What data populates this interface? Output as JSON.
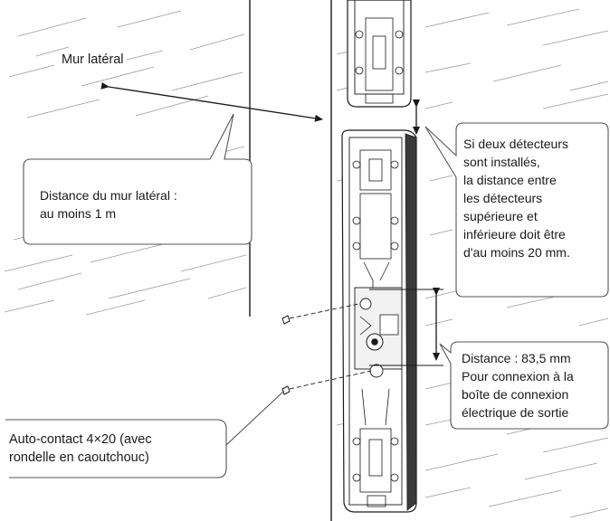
{
  "labels": {
    "side_wall": "Mur latéral",
    "distance_side_wall": [
      "Distance du mur latéral :",
      "au moins 1 m"
    ],
    "two_detectors": [
      "Si deux détecteurs",
      "sont installés,",
      "la distance entre",
      "les détecteurs",
      "supérieure et",
      "inférieure doit être",
      "d'au moins 20 mm."
    ],
    "distance_value": "Distance : 83,5 mm",
    "connection_box": [
      "Pour connexion à la",
      "boîte de connexion",
      "électrique de sortie"
    ],
    "screw": [
      "Auto-contact 4×20 (avec",
      "rondelle en caoutchouc)"
    ]
  },
  "colors": {
    "line": "#1a1a1a",
    "hatch": "#9a9a9a",
    "callout_border": "#555555"
  }
}
